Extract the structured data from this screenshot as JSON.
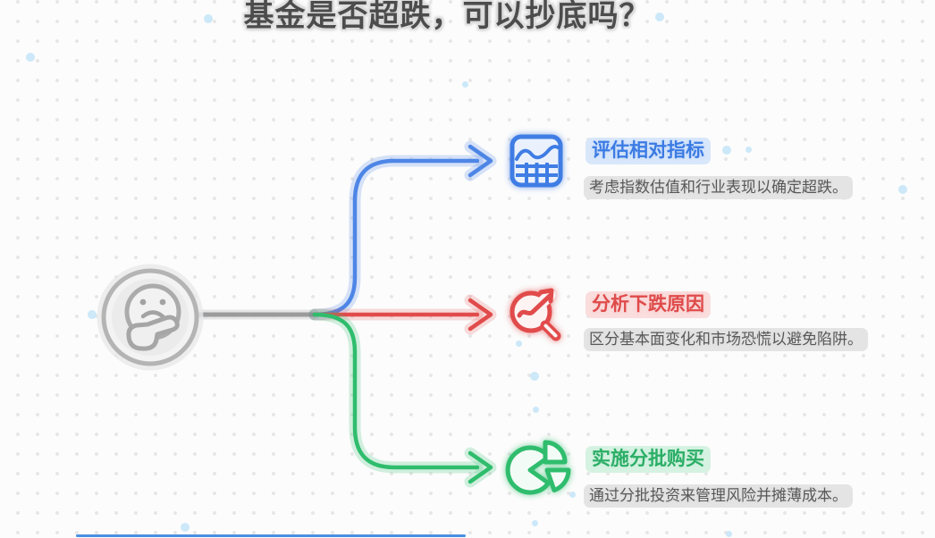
{
  "title": "基金是否超跌，可以抄底吗？",
  "center": {
    "icon": "thinking-face-icon",
    "ring_color": "#b4b4b4"
  },
  "branches": [
    {
      "id": "evaluate",
      "icon": "chart-table-icon",
      "color": "#3b7be3",
      "heading": "评估相对指标",
      "description": "考虑指数估值和行业表现以确定超跌。"
    },
    {
      "id": "analyze",
      "icon": "magnifier-trend-icon",
      "color": "#df4a4a",
      "heading": "分析下跌原因",
      "description": "区分基本面变化和市场恐慌以避免陷阱。"
    },
    {
      "id": "batch-buy",
      "icon": "pie-chart-icon",
      "color": "#2fbd6d",
      "heading": "实施分批购买",
      "description": "通过分批投资来管理风险并摊薄成本。"
    }
  ]
}
